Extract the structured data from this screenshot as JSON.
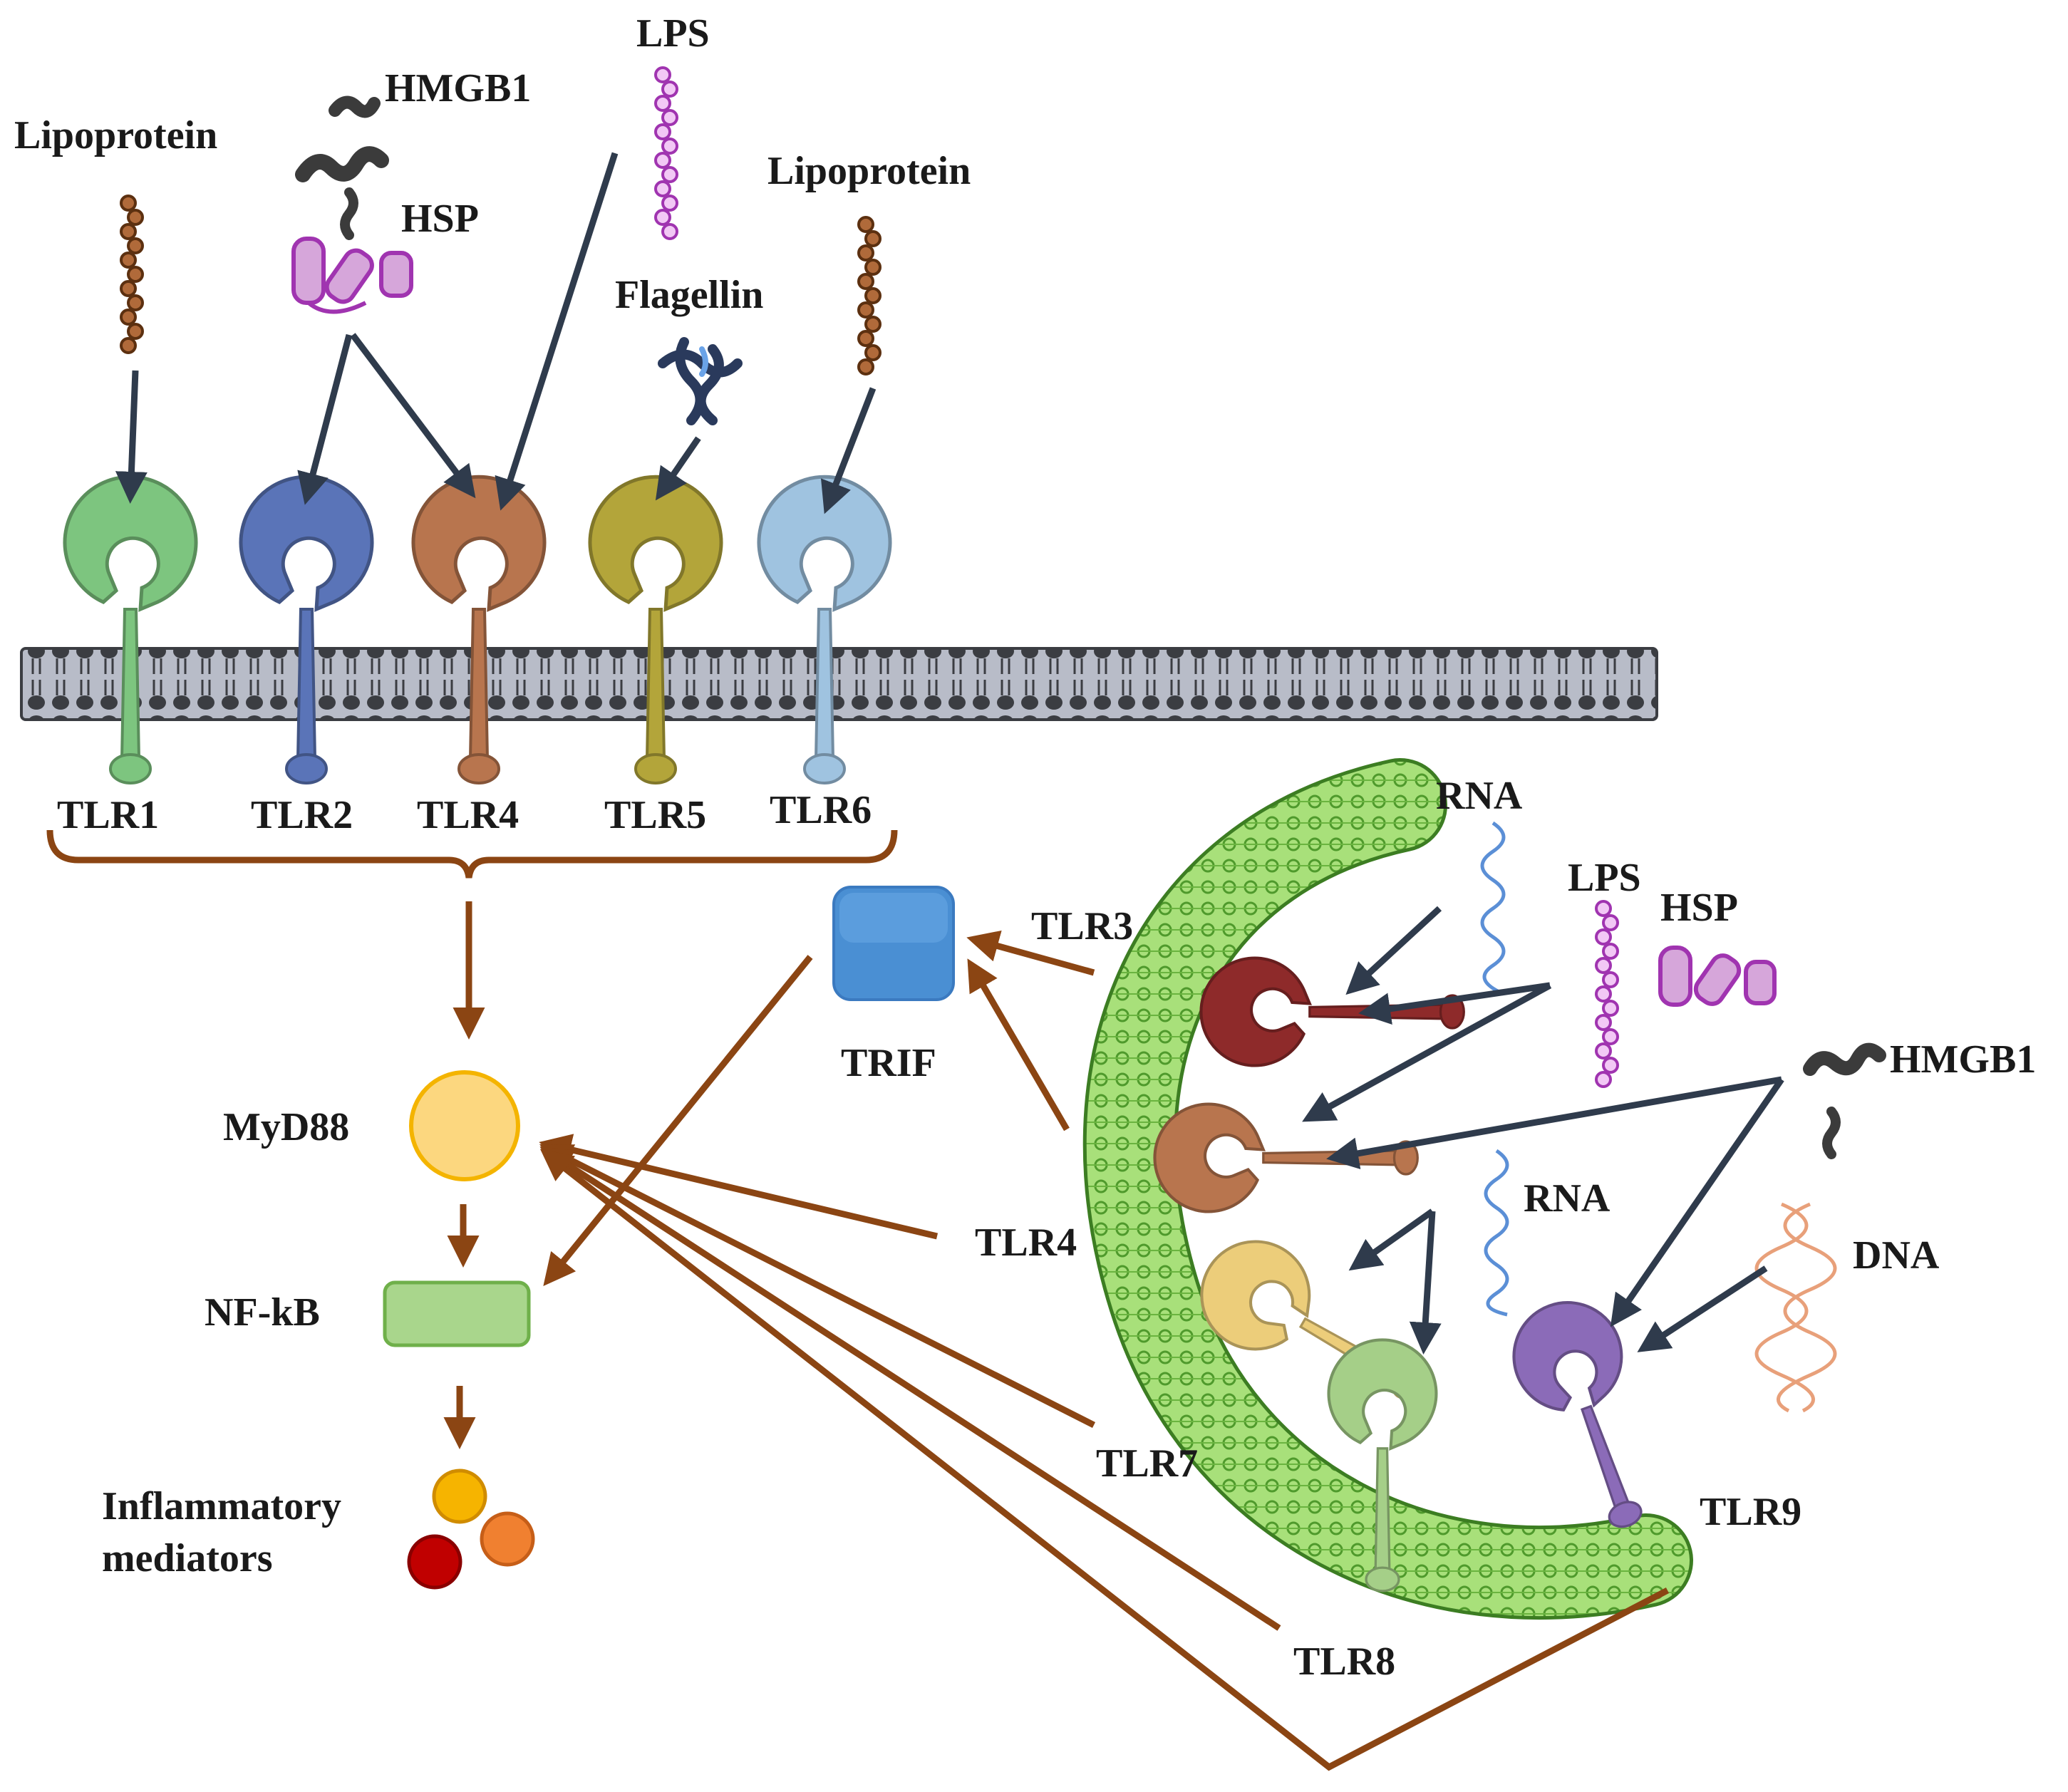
{
  "ligands": {
    "lipoprotein_left": "Lipoprotein",
    "hmgb1_top": "HMGB1",
    "hsp_top": "HSP",
    "lps_top": "LPS",
    "flagellin": "Flagellin",
    "lipoprotein_right": "Lipoprotein",
    "rna_top": "RNA",
    "lps_right": "LPS",
    "hsp_right": "HSP",
    "hmgb1_right": "HMGB1",
    "rna_mid": "RNA",
    "dna": "DNA"
  },
  "surface_receptors": [
    "TLR1",
    "TLR2",
    "TLR4",
    "TLR5",
    "TLR6"
  ],
  "endosomal_receptors": {
    "tlr3": "TLR3",
    "tlr4": "TLR4",
    "tlr7": "TLR7",
    "tlr8": "TLR8",
    "tlr9": "TLR9"
  },
  "pathway": {
    "trif": "TRIF",
    "myd88": "MyD88",
    "nfkb": "NF-kB",
    "mediators_line1": "Inflammatory",
    "mediators_line2": "mediators"
  },
  "colors": {
    "tlr1": "#7dc57f",
    "tlr2": "#5a74b8",
    "tlr4": "#b8754e",
    "tlr5": "#b3a53a",
    "tlr6": "#9fc3e0",
    "tlr3": "#8e2a2a",
    "tlr7": "#eccd7a",
    "tlr8": "#a5cf88",
    "tlr9": "#8b6bb8",
    "signal_arrow": "#8b4513",
    "ligand_arrow": "#2f3b4c",
    "membrane_fill": "#b8bcc8",
    "endosome_fill": "#a8e07a",
    "myd88_fill": "#fcd77f",
    "nfkb_fill": "#a9d68c",
    "trif_fill": "#4a8fd3"
  }
}
